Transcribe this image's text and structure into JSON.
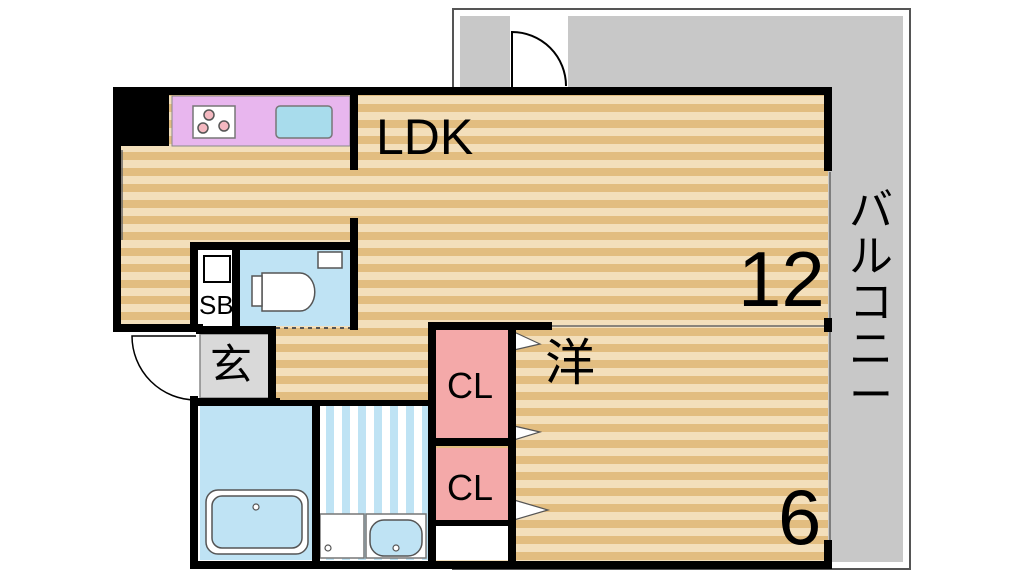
{
  "rooms": {
    "ldk": {
      "label": "LDK",
      "size": "12"
    },
    "youshitsu": {
      "label": "洋",
      "size": "6"
    },
    "closet_1": {
      "label": "CL"
    },
    "closet_2": {
      "label": "CL"
    },
    "genkan": {
      "label": "玄"
    },
    "shoe_box": {
      "label": "SB"
    },
    "balcony": {
      "label": "バルコニー"
    }
  },
  "colors": {
    "floor_light": "#f3dfbb",
    "floor_dark": "#e2bd80",
    "wall": "#000000",
    "balcony": "#c8c8c8",
    "kitchen_counter": "#e8b6ee",
    "sink": "#a8dcec",
    "bath_fixture": "#bfe3f4",
    "closet": "#f4a9a9",
    "genkan_floor": "#d9d9d9"
  },
  "icons": [
    "stove-icon",
    "kitchen-sink-icon",
    "toilet-icon",
    "bathtub-icon",
    "washbasin-icon",
    "door-swing-icon"
  ]
}
